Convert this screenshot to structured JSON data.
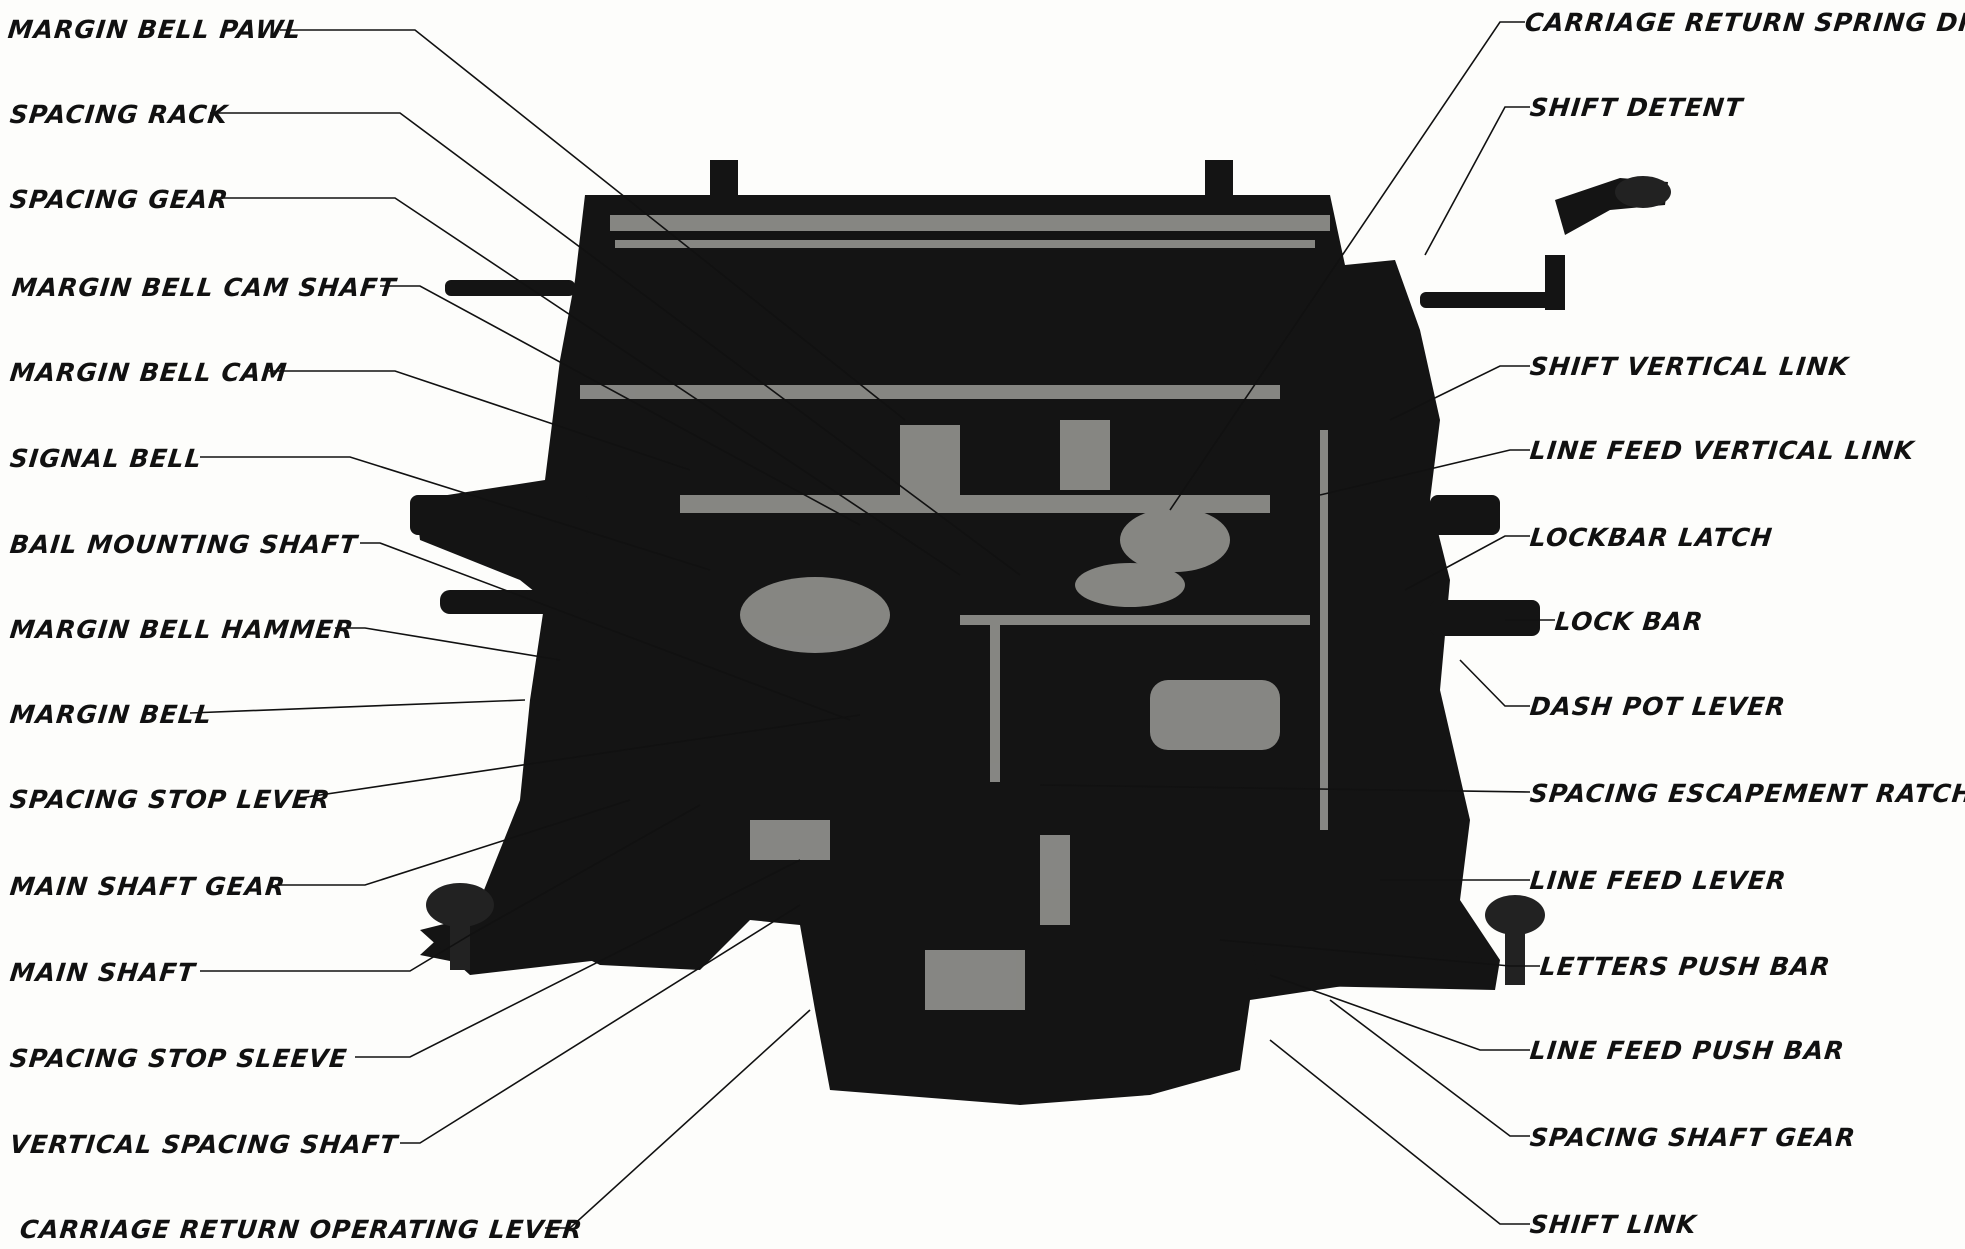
{
  "diagram": {
    "left_labels": [
      {
        "id": "margin-bell-pawl",
        "text": "MARGIN BELL PAWL"
      },
      {
        "id": "spacing-rack",
        "text": "SPACING RACK"
      },
      {
        "id": "spacing-gear",
        "text": "SPACING GEAR"
      },
      {
        "id": "margin-bell-cam-shaft",
        "text": "MARGIN BELL CAM SHAFT"
      },
      {
        "id": "margin-bell-cam",
        "text": "MARGIN BELL CAM"
      },
      {
        "id": "signal-bell",
        "text": "SIGNAL BELL"
      },
      {
        "id": "bail-mounting-shaft",
        "text": "BAIL MOUNTING SHAFT"
      },
      {
        "id": "margin-bell-hammer",
        "text": "MARGIN BELL HAMMER"
      },
      {
        "id": "margin-bell",
        "text": "MARGIN BELL"
      },
      {
        "id": "spacing-stop-lever",
        "text": "SPACING STOP LEVER"
      },
      {
        "id": "main-shaft-gear",
        "text": "MAIN SHAFT GEAR"
      },
      {
        "id": "main-shaft",
        "text": "MAIN SHAFT"
      },
      {
        "id": "spacing-stop-sleeve",
        "text": "SPACING STOP SLEEVE"
      },
      {
        "id": "vertical-spacing-shaft",
        "text": "VERTICAL SPACING SHAFT"
      },
      {
        "id": "carriage-return-operating-lever",
        "text": "CARRIAGE RETURN OPERATING LEVER"
      }
    ],
    "right_labels": [
      {
        "id": "carriage-return-spring-drum",
        "text": "CARRIAGE RETURN SPRING DRUM"
      },
      {
        "id": "shift-detent",
        "text": "SHIFT DETENT"
      },
      {
        "id": "shift-vertical-link",
        "text": "SHIFT VERTICAL LINK"
      },
      {
        "id": "line-feed-vertical-link",
        "text": "LINE FEED VERTICAL LINK"
      },
      {
        "id": "lockbar-latch",
        "text": "LOCKBAR LATCH"
      },
      {
        "id": "lock-bar",
        "text": "LOCK BAR"
      },
      {
        "id": "dash-pot-lever",
        "text": "DASH POT LEVER"
      },
      {
        "id": "spacing-escapement-ratchet",
        "text": "SPACING ESCAPEMENT RATCHET"
      },
      {
        "id": "line-feed-lever",
        "text": "LINE FEED LEVER"
      },
      {
        "id": "letters-push-bar",
        "text": "LETTERS PUSH BAR"
      },
      {
        "id": "line-feed-push-bar",
        "text": "LINE FEED PUSH BAR"
      },
      {
        "id": "spacing-shaft-gear",
        "text": "SPACING SHAFT GEAR"
      },
      {
        "id": "shift-link",
        "text": "SHIFT LINK"
      }
    ]
  }
}
